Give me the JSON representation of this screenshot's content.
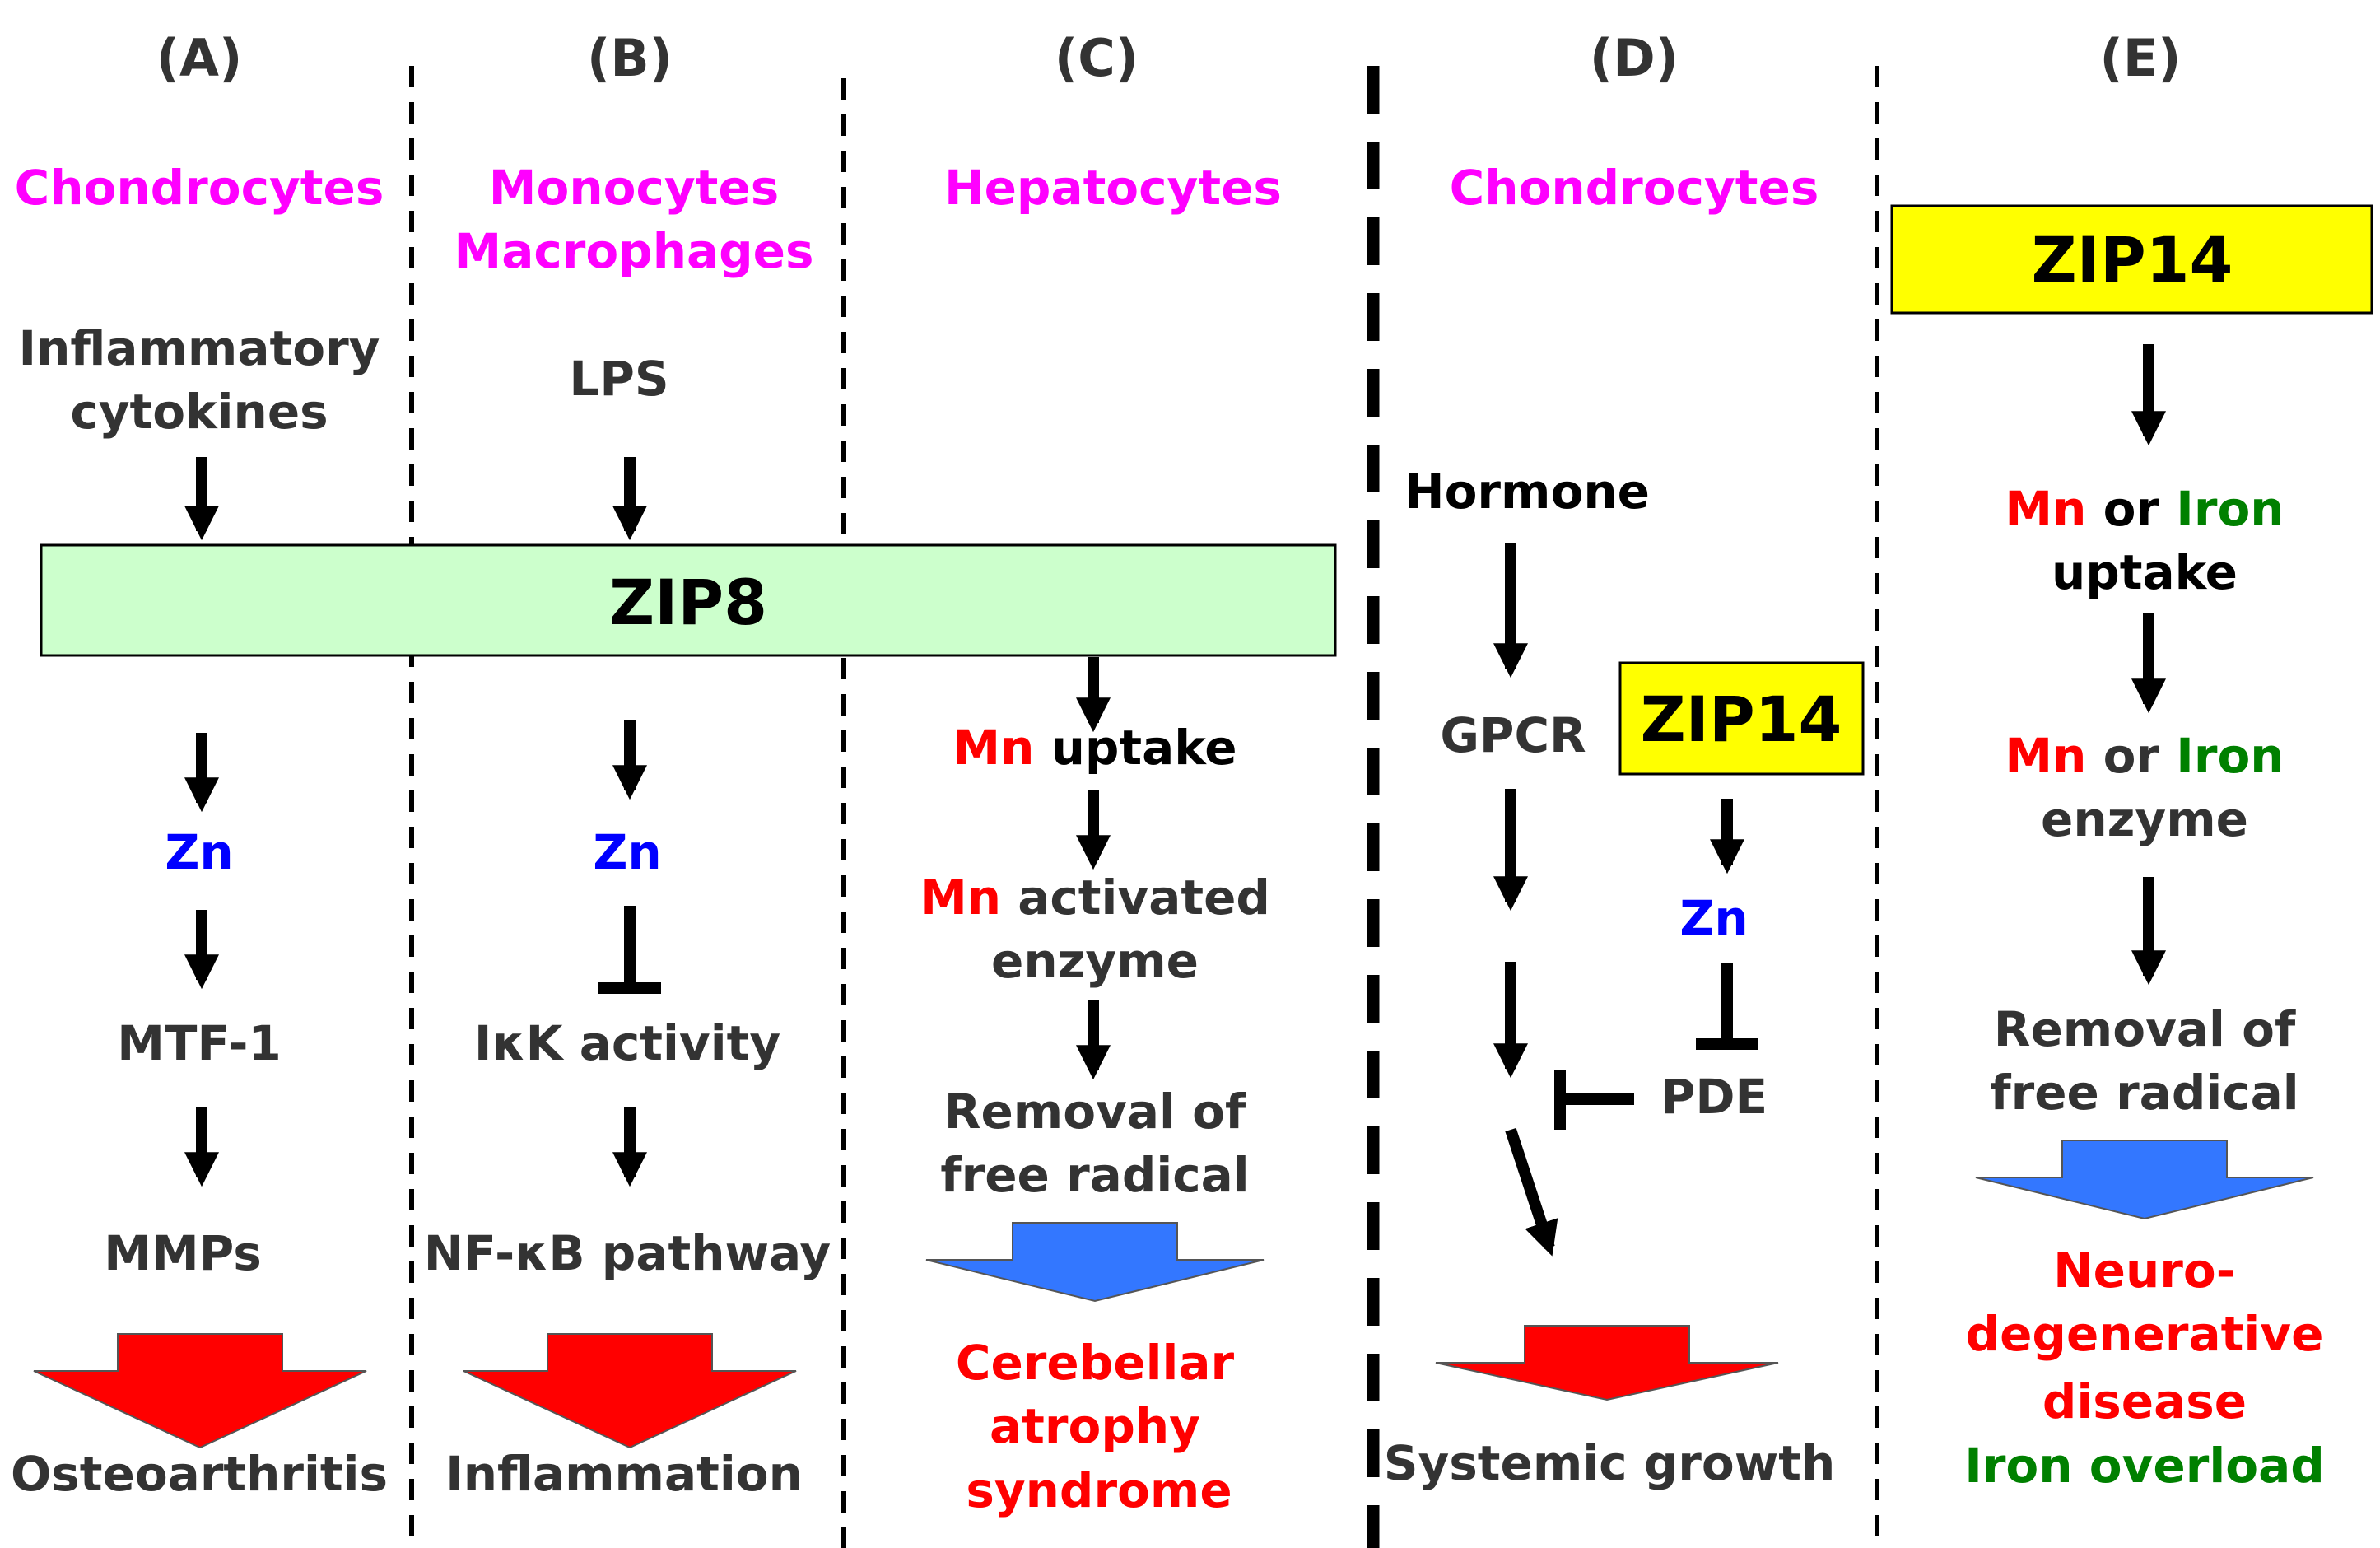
{
  "colors": {
    "cell": "#ff00ff",
    "zinc": "#0000ff",
    "manganese": "#ff0000",
    "iron": "#008000",
    "text": "#333333",
    "zip8_fill": "#ccffcc",
    "zip14_fill": "#ffff00",
    "red_arrow": "#ff0000",
    "blue_arrow": "#3377ff"
  },
  "panels": {
    "a": {
      "heading": "(A)",
      "cell": "Chondrocytes",
      "stimulus": [
        "Inflammatory",
        "cytokines"
      ],
      "mediator": "Zn",
      "step1": "MTF-1",
      "step2": "MMPs",
      "outcome": "Osteoarthritis"
    },
    "b": {
      "heading": "(B)",
      "cell": [
        "Monocytes",
        "Macrophages"
      ],
      "stimulus": "LPS",
      "mediator": "Zn",
      "step1": "IκK activity",
      "step2": "NF-κB pathway",
      "outcome": "Inflammation"
    },
    "c": {
      "heading": "(C)",
      "cell": "Hepatocytes",
      "metal": "Mn",
      "uptake_text": "uptake",
      "activated_text": "activated",
      "enzyme_text": "enzyme",
      "removal": [
        "Removal of",
        "free radical"
      ],
      "outcome": [
        "Cerebellar",
        "atrophy",
        "syndrome"
      ]
    },
    "d": {
      "heading": "(D)",
      "cell": "Chondrocytes",
      "hormone": "Hormone",
      "receptor": "GPCR",
      "transporter": "ZIP14",
      "mediator": "Zn",
      "inhibitor": "PDE",
      "outcome": "Systemic growth"
    },
    "e": {
      "heading": "(E)",
      "transporter": "ZIP14",
      "metal_mn": "Mn",
      "or_text": "or",
      "metal_iron": "Iron",
      "uptake_text": "uptake",
      "enzyme_text": "enzyme",
      "removal": [
        "Removal of",
        "free radical"
      ],
      "outcome": [
        "Neuro-",
        "degenerative",
        "disease"
      ],
      "outcome2": "Iron overload"
    }
  },
  "zip8_label": "ZIP8"
}
